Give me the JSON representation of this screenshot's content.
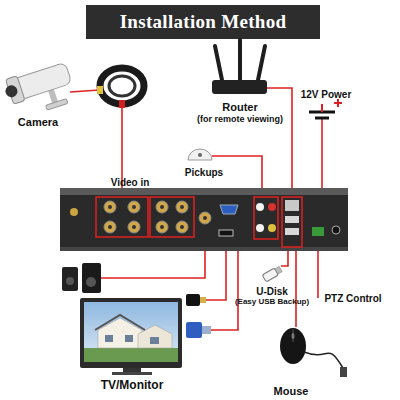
{
  "diagram": {
    "title": "Installation Method",
    "labels": [
      "Camera",
      "Router",
      "(for remote viewing)",
      "12V Power",
      "Pickups",
      "Video in",
      "U-Disk",
      "(Easy USB Backup)",
      "PTZ Control",
      "TV/Monitor",
      "Mouse"
    ]
  }
}
